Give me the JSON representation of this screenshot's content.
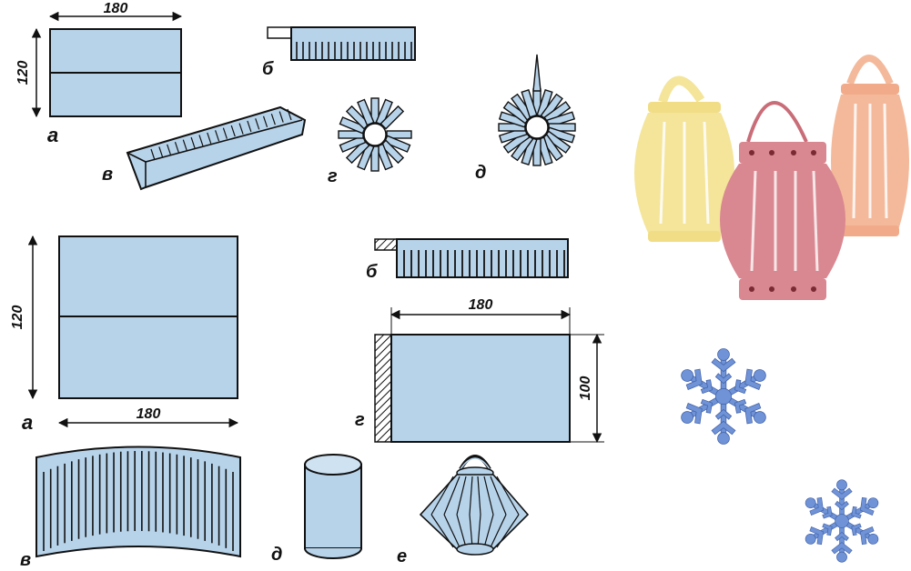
{
  "top_diagram": {
    "width_dim": "180",
    "height_dim": "120",
    "labels": {
      "a": "а",
      "b": "б",
      "v": "в",
      "g": "г",
      "d": "д"
    }
  },
  "bottom_diagram": {
    "width_dim": "180",
    "height_dim": "120",
    "g_width_dim": "180",
    "g_height_dim": "100",
    "labels": {
      "a": "а",
      "b": "б",
      "v": "в",
      "g": "г",
      "d": "д",
      "e": "е"
    }
  },
  "colors": {
    "paper_blue": "#b7d3ea",
    "ink": "#111111",
    "lantern_yellow": "#f4e59a",
    "lantern_red": "#d98790",
    "lantern_orange": "#f3b99a",
    "snowflake": "#6f93d6"
  },
  "icons": {
    "lanterns": "paper-lantern-photo",
    "snowflakes": "snowflake-icon"
  }
}
